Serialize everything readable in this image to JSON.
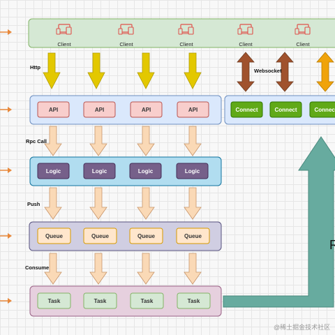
{
  "diagram": {
    "clients": [
      "Client",
      "Client",
      "Client",
      "Client",
      "Client"
    ],
    "edge_labels": {
      "http": "Http",
      "websocket": "Websocket",
      "rpc": "Rpc Call",
      "push": "Push",
      "consume": "Consume"
    },
    "layers": {
      "api": [
        "API",
        "API",
        "API",
        "API"
      ],
      "connect": [
        "Connect",
        "Connect",
        "Connect"
      ],
      "logic": [
        "Logic",
        "Logic",
        "Logic",
        "Logic"
      ],
      "queue": [
        "Queue",
        "Queue",
        "Queue",
        "Queue"
      ],
      "task": [
        "Task",
        "Task",
        "Task",
        "Task"
      ]
    },
    "right_edge_letter": "R",
    "watermark": "@稀土掘金技术社区"
  },
  "colors": {
    "client_panel": "#d5e8d4",
    "api_panel": "#dae8fc",
    "api_box": "#f8cecc",
    "connect_box": "#60a917",
    "logic_panel": "#b1ddf0",
    "logic_box": "#76608a",
    "queue_panel": "#d0cee2",
    "queue_box": "#ffe6cc",
    "task_panel": "#e6d0de",
    "task_box": "#d5e8d4",
    "http_arrow": "#e3c800",
    "down_arrow": "#fad9b6",
    "ws_arrow_brown": "#a0522d",
    "ws_arrow_orange": "#f0a30a",
    "big_arrow": "#67ab9f",
    "side_arrow": "#e8883a"
  },
  "icons": {
    "client": "devices-icon",
    "side": "right-arrow-icon"
  }
}
